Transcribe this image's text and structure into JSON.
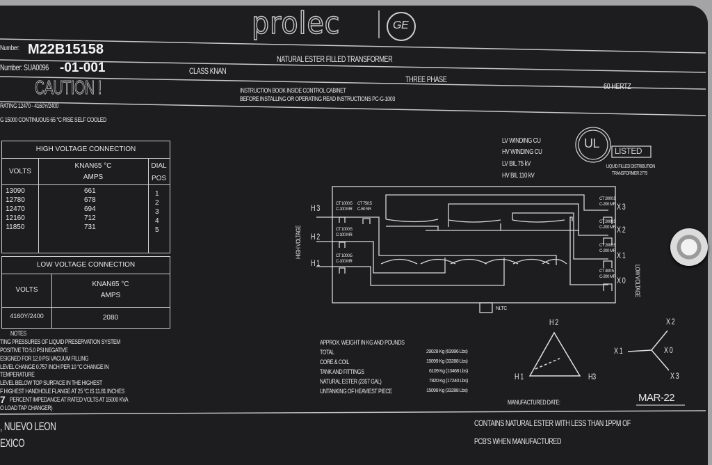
{
  "header": {
    "brand": "prolec",
    "partner_logo": "GE",
    "serial_label": "Number:",
    "serial": "M22B15158",
    "catalog_label": "Number: SUA0096",
    "catalog_suffix": "-01-001",
    "title": "NATURAL ESTER FILLED TRANSFORMER",
    "class": "CLASS KNAN",
    "phase": "THREE PHASE",
    "frequency": "60 HERTZ",
    "caution": "CAUTION !",
    "instruction_1": "INSTRUCTION BOOK INSIDE CONTROL CABINET",
    "instruction_2": "BEFORE INSTALLING OR OPERATING READ INSTRUCTIONS PC-G-1003",
    "rating": "RATING 12470 - 4160Y/2400",
    "kva": "G 15000 CONTINUOUS 65 °C RISE SELF COOLED"
  },
  "hv_table": {
    "title": "HIGH VOLTAGE CONNECTION",
    "col_volts": "VOLTS",
    "col_amps_1": "KNAN65 °C",
    "col_amps_2": "AMPS",
    "col_pos_1": "DIAL",
    "col_pos_2": "POS",
    "volts": [
      "13090",
      "12780",
      "12470",
      "12160",
      "11850"
    ],
    "amps": [
      "661",
      "678",
      "694",
      "712",
      "731"
    ],
    "pos": [
      "1",
      "2",
      "3",
      "4",
      "5"
    ]
  },
  "lv_table": {
    "title": "LOW VOLTAGE CONNECTION",
    "col_volts": "VOLTS",
    "col_amps_1": "KNAN65 °C",
    "col_amps_2": "AMPS",
    "volts": "4160Y/2400",
    "amps": "2080"
  },
  "notes": {
    "title": "NOTES",
    "lines": [
      "TING PRESSURES OF LIQUID PRESERVATION SYSTEM",
      "POSITIVE TO 5.0 PSI NEGATIVE",
      "ESIGNED FOR 12.0 PSI VACUUM FILLING",
      "LEVEL CHANGE 0.757 INCH PER 10 °C CHANGE IN",
      "TEMPERATURE",
      "LEVEL BELOW TOP SURFACE IN THE HIGHEST",
      "F HIGHEST HANDHOLE FLANGE AT 25 °C IS 11.81 INCHES"
    ],
    "impedance_value": "7",
    "impedance": "PERCENT IMPEDANCE AT RATED VOLTS AT 15000 KVA",
    "ltc": "O LOAD TAP CHANGER)"
  },
  "location": {
    "line1": ", NUEVO LEON",
    "line2": "EXICO"
  },
  "specs": {
    "lines": [
      "LV WINDING CU",
      "HV WINDING CU",
      "LV BIL 75 kV",
      "HV BIL 110 kV"
    ],
    "ul_mark": "UL",
    "ul_listed": "LISTED",
    "ul_1": "LIQUID FILLED DISTRIBUTION",
    "ul_2": "TRANSFORMER 2779"
  },
  "diagram": {
    "hv_label": "HIGH VOLTAGE",
    "lv_label": "LOW VOLTAGE",
    "h3": "H 3",
    "h2": "H 2",
    "h1": "H 1",
    "x3": "X 3",
    "x2": "X 2",
    "x1": "X 1",
    "x0": "X 0",
    "ct_hv_1a": "CT 1000:5",
    "ct_hv_1b": "C-100 MR",
    "ct_hv_2a": "CT 750:5",
    "ct_hv_2b": "C-50 SR",
    "ct_lv_a": "CT 2000:5",
    "ct_lv_b": "C-200 MR",
    "ct_x0_a": "CT 400:5",
    "ct_x0_b": "C-200 MR",
    "nltc": "NLTC"
  },
  "weights": {
    "title": "APPROX. WEIGHT IN KG AND POUNDS",
    "rows": [
      {
        "label": "TOTAL",
        "value": "29028 Kg (63996 Lbs)"
      },
      {
        "label": "CORE & COIL",
        "value": "15099 Kg (33288 Lbs)"
      },
      {
        "label": "TANK AND FITTINGS",
        "value": "6109 Kg (13468 Lbs)"
      },
      {
        "label": "NATURAL ESTER (2357 GAL)",
        "value": "7820 Kg (17240 Lbs)"
      },
      {
        "label": "UNTANKING OF HEAVIEST PIECE",
        "value": "15099 Kg (33288 Lbs)"
      }
    ]
  },
  "vector": {
    "h2": "H 2",
    "h1": "H 1",
    "h3": "H3",
    "x2": "X 2",
    "x1": "X 1",
    "x0": "X 0",
    "x3": "X 3"
  },
  "manufacture": {
    "label": "MANUFACTURED DATE:",
    "date": "MAR-22"
  },
  "pcb": {
    "line1": "CONTAINS NATURAL ESTER WITH LESS THAN 1PPM OF",
    "line2": "PCB'S WHEN MANUFACTURED"
  }
}
